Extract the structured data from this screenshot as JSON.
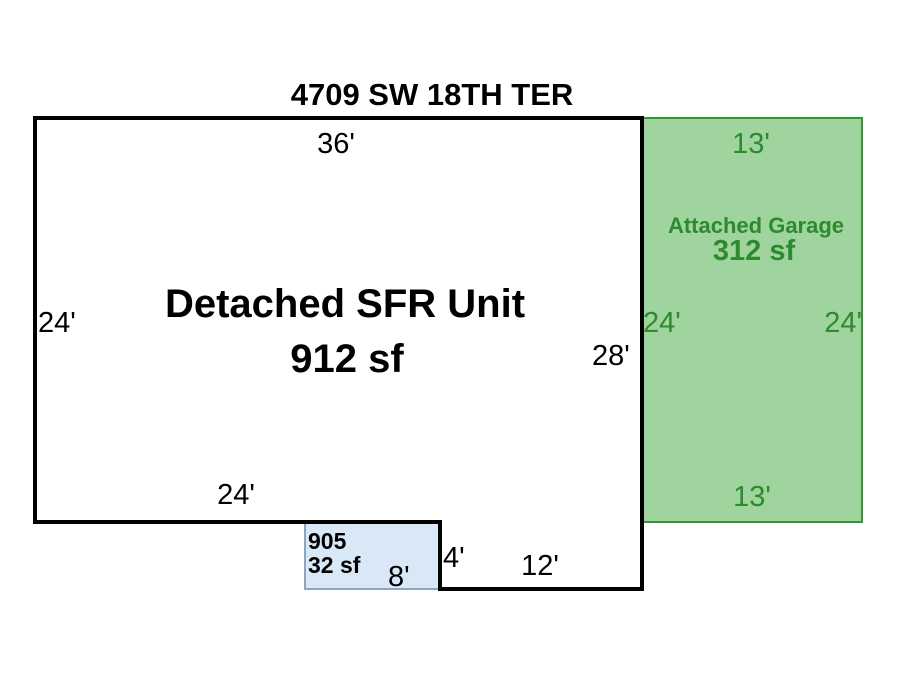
{
  "address": "4709 SW 18TH TER",
  "colors": {
    "outline": "#000000",
    "garage_fill": "#9fd49f",
    "garage_stroke": "#2f9a2f",
    "garage_text": "#2d8a2d",
    "small_fill": "#d9e8f6",
    "small_stroke": "#8aa6c1"
  },
  "main_unit": {
    "name": "Detached SFR Unit",
    "area": "912 sf",
    "dims": {
      "top": "36'",
      "left": "24'",
      "right": "28'",
      "bottom_left": "24'",
      "notch_side": "4'",
      "bottom_right": "12'"
    }
  },
  "garage": {
    "name": "Attached Garage",
    "area": "312 sf",
    "dims": {
      "top": "13'",
      "left": "24'",
      "right": "24'",
      "bottom": "13'"
    }
  },
  "small_area": {
    "code": "905",
    "area": "32 sf",
    "dim": "8'"
  }
}
